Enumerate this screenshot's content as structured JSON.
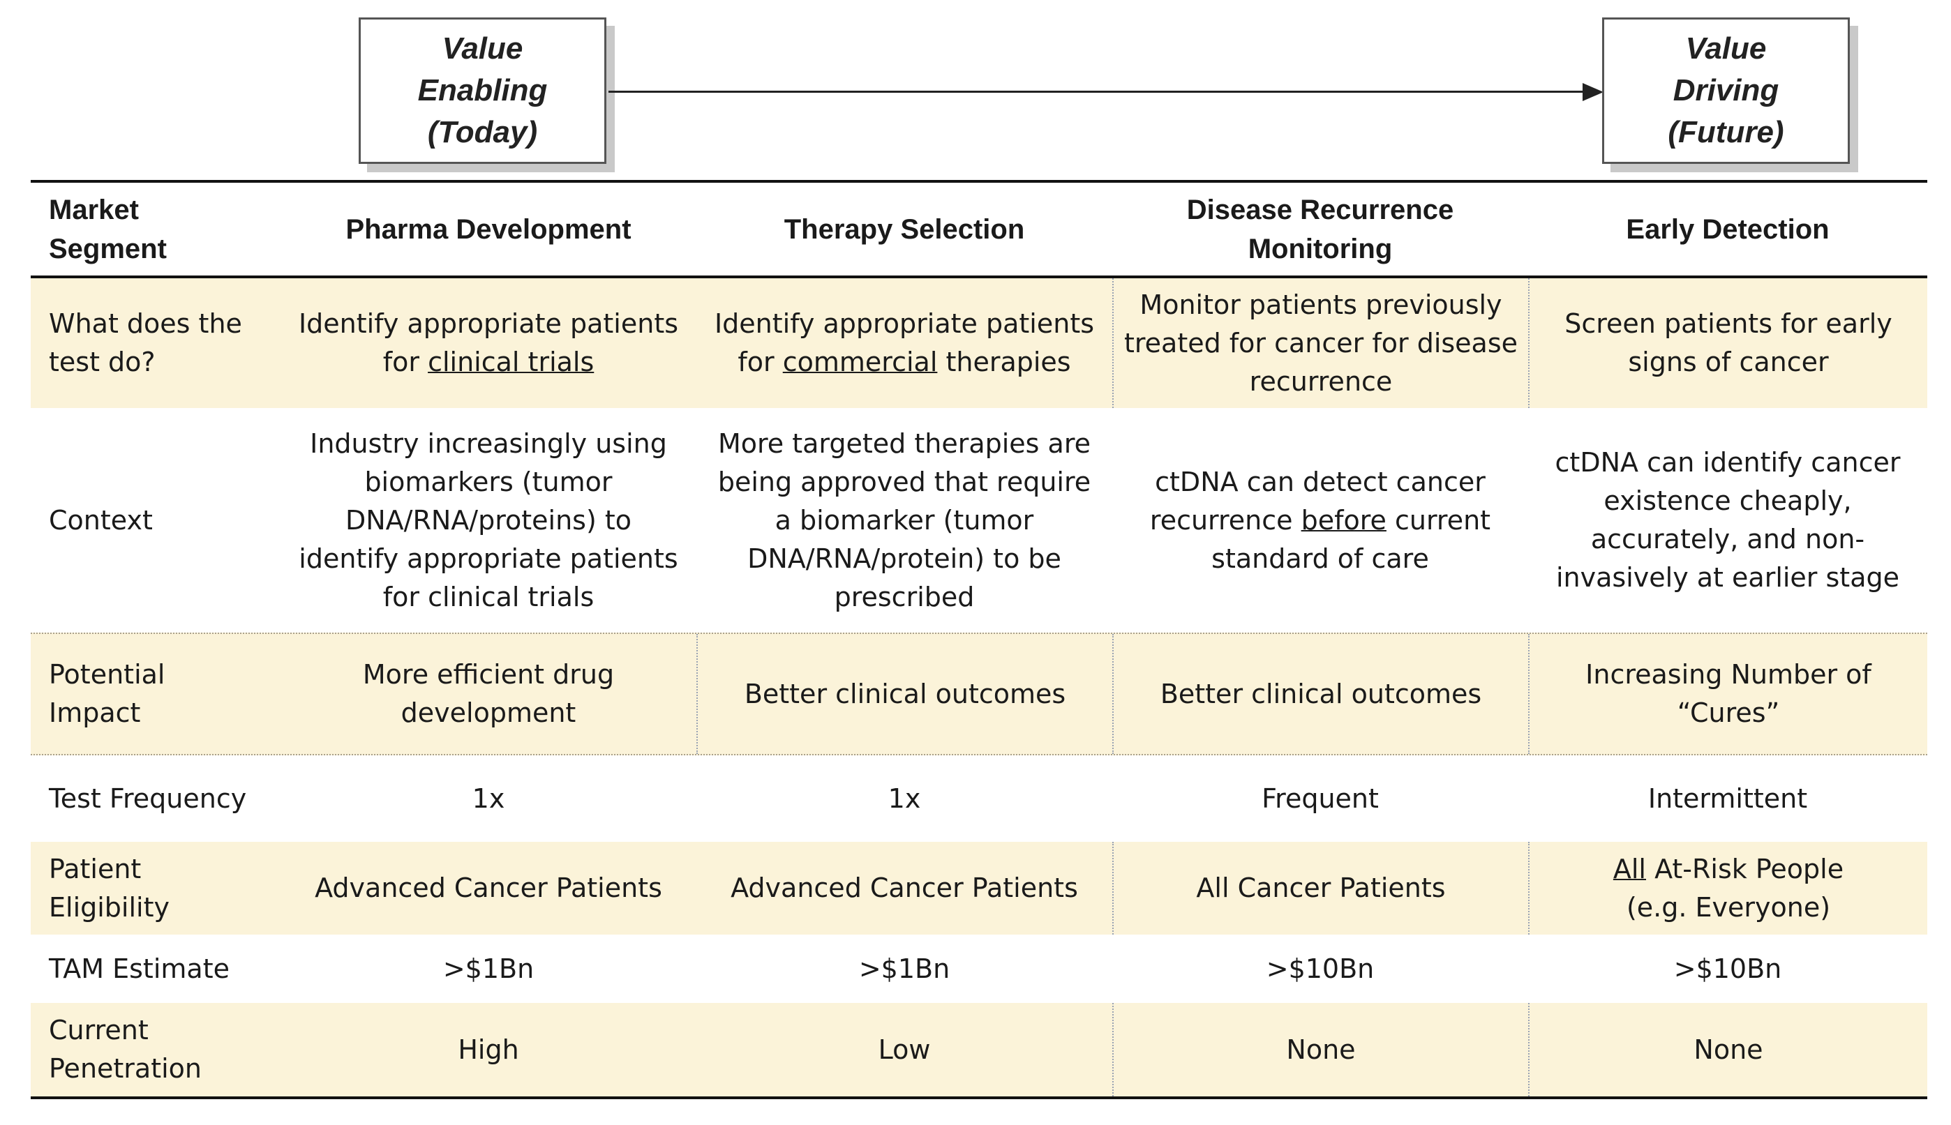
{
  "top_boxes": {
    "today": {
      "line1": "Value",
      "line2": "Enabling",
      "line3": "(Today)"
    },
    "future": {
      "line1": "Value",
      "line2": "Driving",
      "line3": "(Future)"
    }
  },
  "header": {
    "c0": {
      "l1": "Market",
      "l2": "Segment"
    },
    "c1": "Pharma Development",
    "c2": "Therapy Selection",
    "c3": {
      "l1": "Disease Recurrence",
      "l2": "Monitoring"
    },
    "c4": "Early Detection"
  },
  "rows": {
    "what": {
      "label": {
        "l1": "What does the",
        "l2": "test do?"
      },
      "c1": {
        "l1": "Identify appropriate patients",
        "l2a": "for ",
        "l2b": "clinical trials"
      },
      "c2": {
        "l1": "Identify appropriate patients",
        "l2a": "for ",
        "l2b": "commercial",
        "l2c": " therapies"
      },
      "c3": {
        "l1": "Monitor patients previously",
        "l2": "treated for cancer for disease",
        "l3": "recurrence"
      },
      "c4": {
        "l1": "Screen patients for early",
        "l2": "signs of cancer"
      }
    },
    "context": {
      "label": "Context",
      "c1": {
        "l1": "Industry increasingly using",
        "l2": "biomarkers (tumor",
        "l3": "DNA/RNA/proteins) to",
        "l4": "identify appropriate patients",
        "l5": "for clinical trials"
      },
      "c2": {
        "l1": "More targeted therapies are",
        "l2": "being approved that require",
        "l3": "a biomarker (tumor",
        "l4": "DNA/RNA/protein) to be",
        "l5": "prescribed"
      },
      "c3": {
        "l1": "ctDNA can detect cancer",
        "l2a": "recurrence ",
        "l2b": "before",
        "l2c": " current",
        "l3": "standard of care"
      },
      "c4": {
        "l1": "ctDNA can identify cancer",
        "l2": "existence cheaply,",
        "l3": "accurately, and non-",
        "l4": "invasively at earlier stage"
      }
    },
    "impact": {
      "label": {
        "l1": "Potential",
        "l2": "Impact"
      },
      "c1": {
        "l1": "More efficient drug",
        "l2": "development"
      },
      "c2": "Better clinical outcomes",
      "c3": "Better clinical outcomes",
      "c4": {
        "l1": "Increasing Number of",
        "l2": "“Cures”"
      }
    },
    "frequency": {
      "label": "Test Frequency",
      "c1": "1x",
      "c2": "1x",
      "c3": "Frequent",
      "c4": "Intermittent"
    },
    "eligibility": {
      "label": {
        "l1": "Patient",
        "l2": "Eligibility"
      },
      "c1": "Advanced Cancer Patients",
      "c2": "Advanced Cancer Patients",
      "c3": "All Cancer Patients",
      "c4": {
        "l1a": "All",
        "l1b": " At-Risk People",
        "l2": "(e.g. Everyone)"
      }
    },
    "tam": {
      "label": "TAM Estimate",
      "c1": ">$1Bn",
      "c2": ">$1Bn",
      "c3": ">$10Bn",
      "c4": ">$10Bn"
    },
    "penetration": {
      "label": {
        "l1": "Current",
        "l2": "Penetration"
      },
      "c1": "High",
      "c2": "Low",
      "c3": "None",
      "c4": "None"
    }
  }
}
